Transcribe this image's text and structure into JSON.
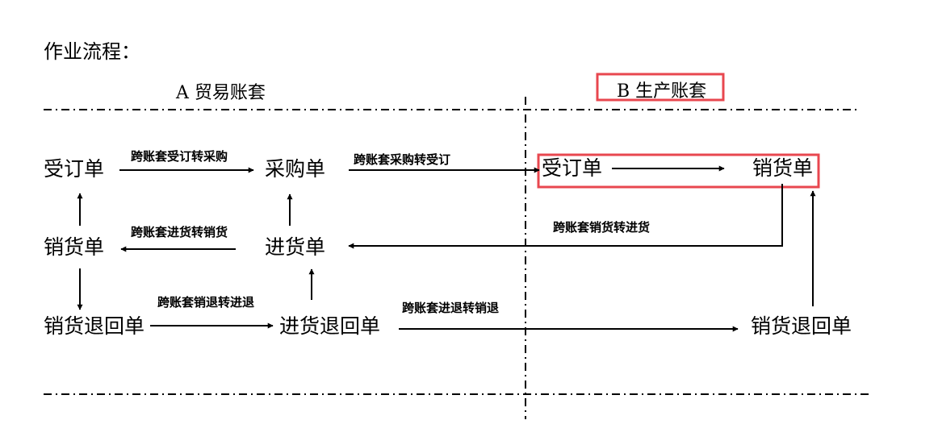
{
  "title": "作业流程：",
  "sections": {
    "a": "A 贸易账套",
    "b": "B 生产账套"
  },
  "nodes": {
    "a_order": "受订单",
    "a_purchase": "采购单",
    "a_sales": "销货单",
    "a_receipt": "进货单",
    "a_sales_return": "销货退回单",
    "a_purchase_return": "进货退回单",
    "b_order": "受订单",
    "b_sales": "销货单",
    "b_sales_return": "销货退回单"
  },
  "edges": {
    "order_to_purchase": "跨账套受订转采购",
    "purchase_to_order": "跨账套采购转受订",
    "receipt_to_sales": "跨账套进货转销货",
    "sales_to_receipt": "跨账套销货转进货",
    "salesret_to_purret": "跨账套销退转进退",
    "purret_to_salesret": "跨账套进退转销退"
  },
  "colors": {
    "highlight": "#e8474f",
    "line": "#000000"
  }
}
